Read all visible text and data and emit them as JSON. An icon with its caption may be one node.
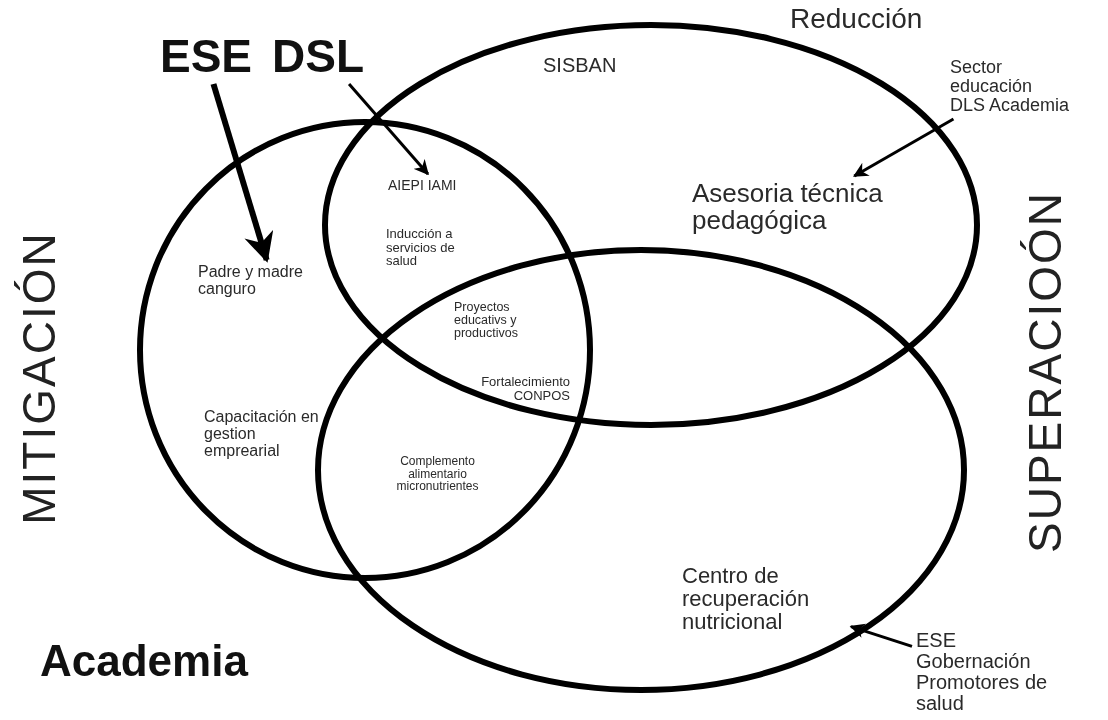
{
  "diagram": {
    "nodes": [
      {
        "text": [
          "ESE"
        ]
      },
      {
        "text": [
          "DSL"
        ]
      },
      {
        "text": [
          "Padre y madre canguro"
        ]
      },
      {
        "text": [
          "AIEPI IAMI"
        ]
      },
      {
        "text": [
          "Sector educación DLS Academia"
        ]
      },
      {
        "text": [
          "Asesoria técnica pedagógica"
        ]
      },
      {
        "text": [
          "ESE Gobernación Promotores de salud"
        ]
      },
      {
        "text": [
          "Centro de recuperación nutricional"
        ]
      }
    ],
    "edges": [
      {
        "from": 0,
        "to": 2,
        "arrow": "to",
        "style": "thick"
      },
      {
        "from": 1,
        "to": 3,
        "arrow": "to"
      },
      {
        "from": 4,
        "to": 5,
        "arrow": "to"
      },
      {
        "from": 6,
        "to": 7,
        "arrow": "to"
      }
    ],
    "labels": [
      "Reducción",
      "SISBAN",
      "MITIGACIÓN",
      "SUPERACIOÓN",
      "Inducción a servicios de salud",
      "Proyectos educativs y productivos",
      "Fortalecimiento CONPOS",
      "Capacitación en gestion emprearial",
      "Complemento alimentario micronutrientes",
      "Academia"
    ]
  }
}
